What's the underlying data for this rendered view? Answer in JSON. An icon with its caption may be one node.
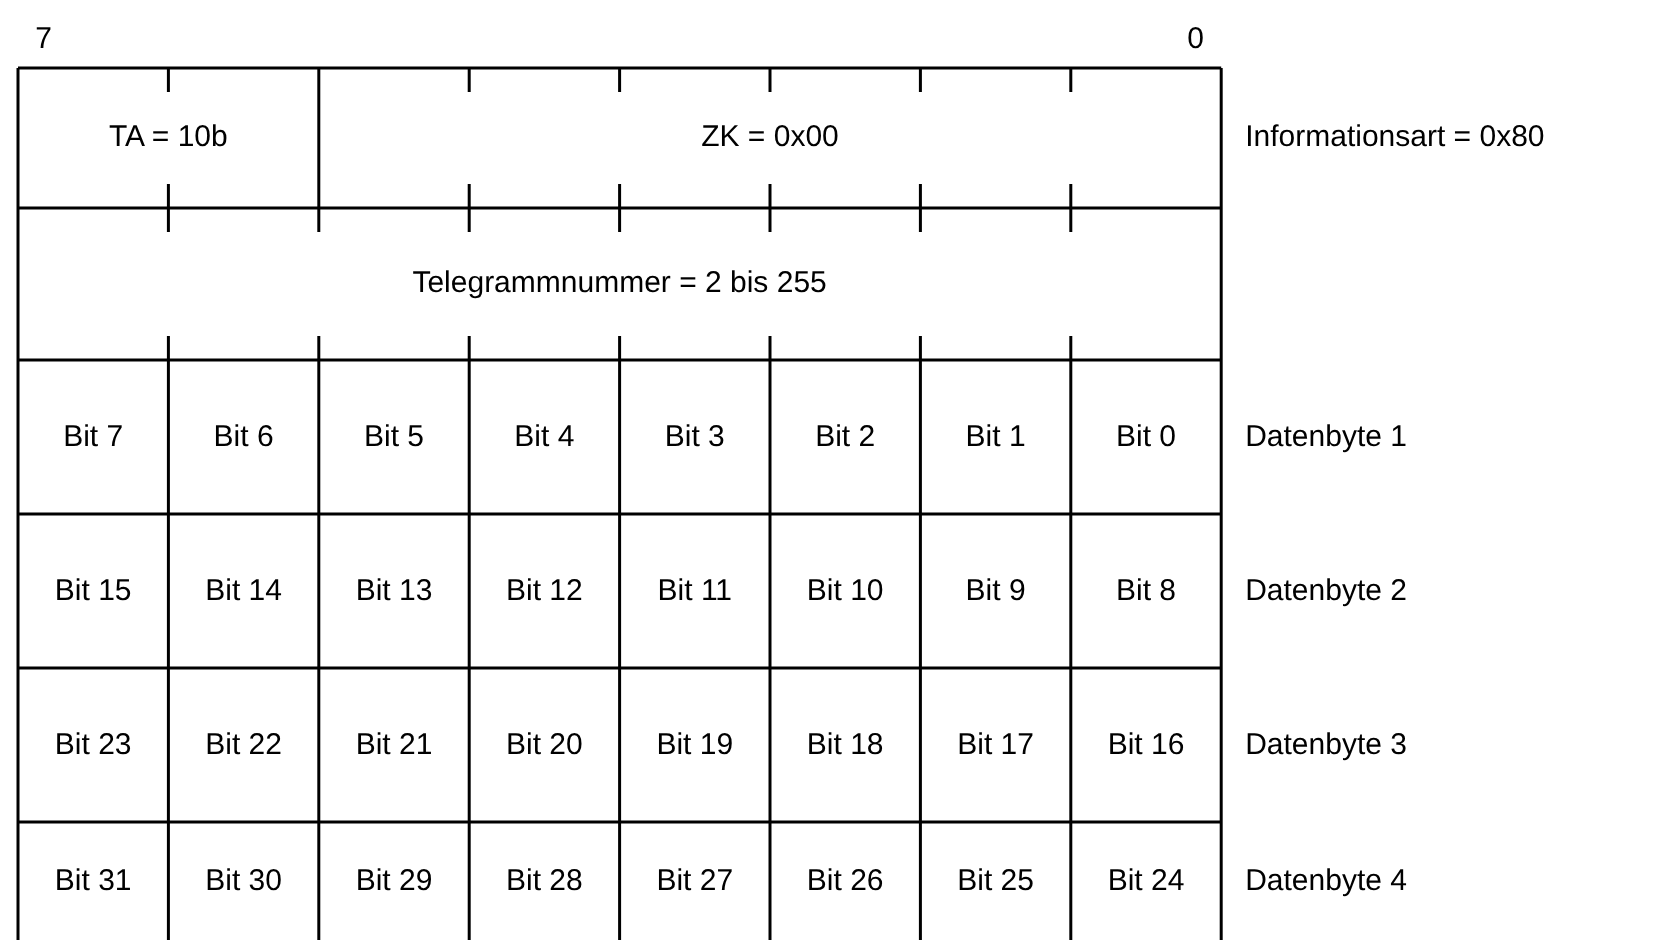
{
  "diagram": {
    "labels": [
      "7",
      "0",
      "TA = 10b",
      "ZK = 0x00",
      "Informationsart = 0x80",
      "Telegrammnummer = 2 bis 255",
      "Bit 7",
      "Bit 6",
      "Bit 5",
      "Bit 4",
      "Bit 3",
      "Bit 2",
      "Bit 1",
      "Bit 0",
      "Datenbyte 1",
      "Bit 15",
      "Bit 14",
      "Bit 13",
      "Bit 12",
      "Bit 11",
      "Bit 10",
      "Bit 9",
      "Bit 8",
      "Datenbyte 2",
      "Bit 23",
      "Bit 22",
      "Bit 21",
      "Bit 20",
      "Bit 19",
      "Bit 18",
      "Bit 17",
      "Bit 16",
      "Datenbyte 3",
      "Bit 31",
      "Bit 30",
      "Bit 29",
      "Bit 28",
      "Bit 27",
      "Bit 26",
      "Bit 25",
      "Bit 24",
      "Datenbyte 4"
    ]
  }
}
